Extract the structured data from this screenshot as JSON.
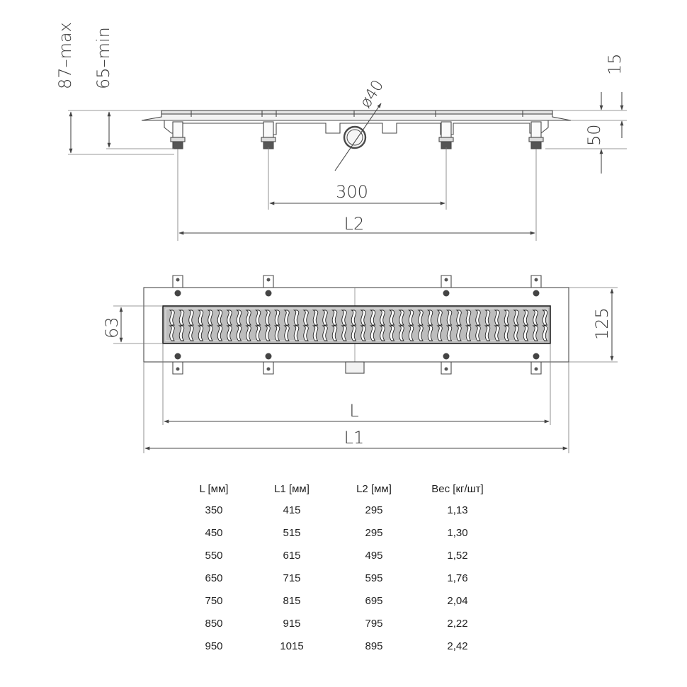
{
  "drawing": {
    "side_view": {
      "height_max": "87–max",
      "height_min": "65–min",
      "outlet_diameter": "ø40",
      "flange_height": "15",
      "body_height": "50",
      "leg_spacing": "300",
      "l2_label": "L2"
    },
    "top_view": {
      "grate_width": "63",
      "total_width": "125",
      "l_label": "L",
      "l1_label": "L1"
    }
  },
  "table": {
    "headers": [
      "L [мм]",
      "L1 [мм]",
      "L2 [мм]",
      "Вес [кг/шт]"
    ],
    "rows": [
      [
        "350",
        "415",
        "295",
        "1,13"
      ],
      [
        "450",
        "515",
        "295",
        "1,30"
      ],
      [
        "550",
        "615",
        "495",
        "1,52"
      ],
      [
        "650",
        "715",
        "595",
        "1,76"
      ],
      [
        "750",
        "815",
        "695",
        "2,04"
      ],
      [
        "850",
        "915",
        "795",
        "2,22"
      ],
      [
        "950",
        "1015",
        "895",
        "2,42"
      ]
    ]
  },
  "colors": {
    "line": "#4a4a4a",
    "text": "#222222"
  }
}
